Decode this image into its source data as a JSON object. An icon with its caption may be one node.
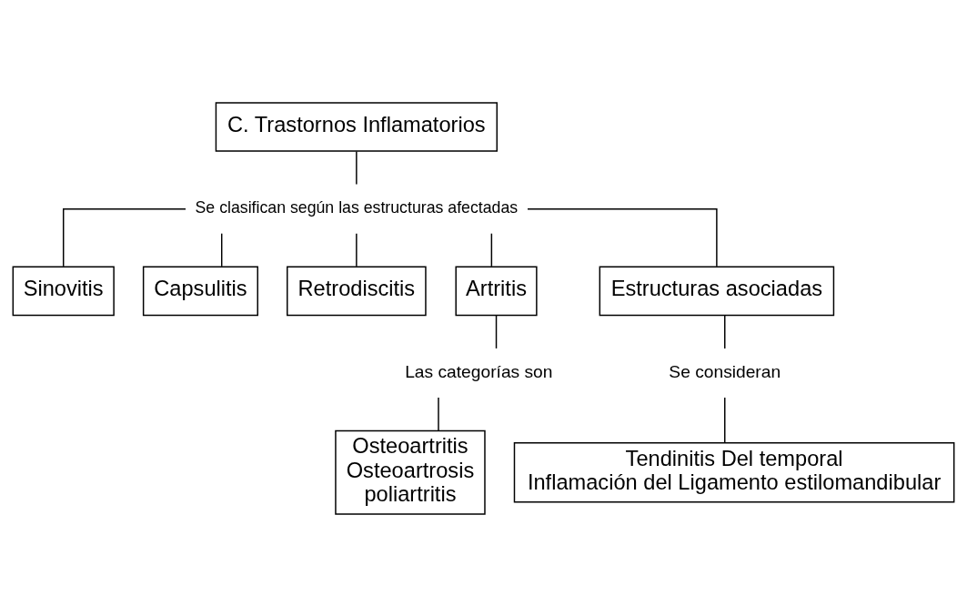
{
  "diagram": {
    "nodes": [
      {
        "text": [
          "C. Trastornos Inflamatorios"
        ]
      },
      {
        "text": [
          "Se clasifican según las estructuras afectadas"
        ]
      },
      {
        "text": [
          "Sinovitis"
        ]
      },
      {
        "text": [
          "Capsulitis"
        ]
      },
      {
        "text": [
          "Retrodiscitis"
        ]
      },
      {
        "text": [
          "Artritis"
        ]
      },
      {
        "text": [
          "Estructuras asociadas"
        ]
      },
      {
        "text": [
          "Las categorías son"
        ]
      },
      {
        "text": [
          "Osteoartritis",
          "Osteoartrosis",
          "poliartritis"
        ]
      },
      {
        "text": [
          "Se consideran"
        ]
      },
      {
        "text": [
          "Tendinitis Del temporal",
          "Inflamación del Ligamento estilomandibular"
        ]
      }
    ],
    "edges": [
      {
        "from": 0,
        "to": 1,
        "arrow": "none"
      },
      {
        "from": 1,
        "to": 2,
        "arrow": "none"
      },
      {
        "from": 1,
        "to": 3,
        "arrow": "none"
      },
      {
        "from": 1,
        "to": 4,
        "arrow": "none"
      },
      {
        "from": 1,
        "to": 5,
        "arrow": "none"
      },
      {
        "from": 1,
        "to": 6,
        "arrow": "none"
      },
      {
        "from": 5,
        "to": 7,
        "arrow": "none"
      },
      {
        "from": 7,
        "to": 8,
        "arrow": "none"
      },
      {
        "from": 6,
        "to": 9,
        "arrow": "none"
      },
      {
        "from": 9,
        "to": 10,
        "arrow": "none"
      }
    ]
  }
}
